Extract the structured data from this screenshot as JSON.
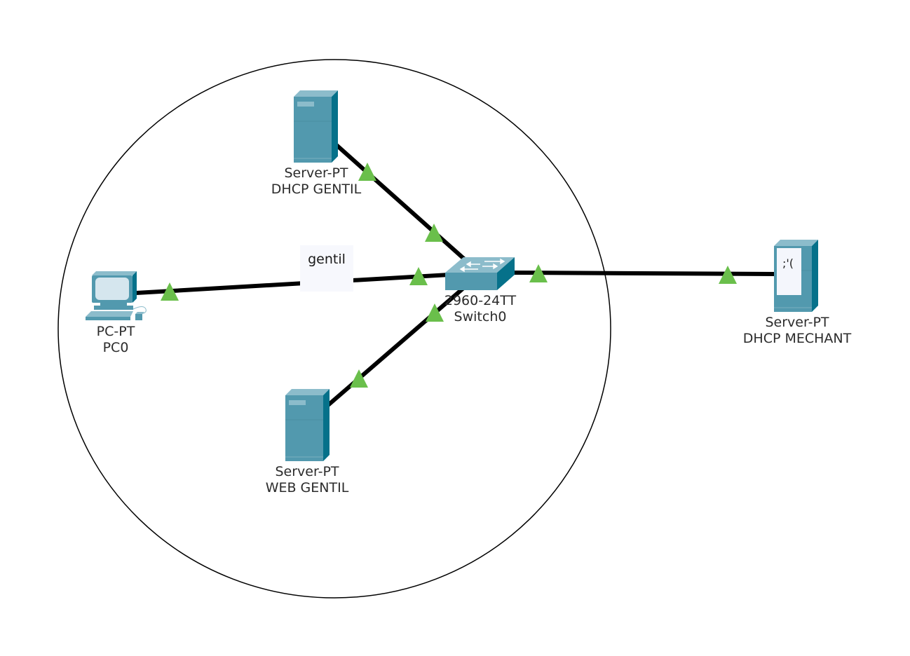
{
  "diagram": {
    "type": "network-topology",
    "colors": {
      "link": "#000000",
      "link_status_up": "#6abf4b",
      "device_front": "#5299ae",
      "device_side": "#06718a",
      "device_top": "#8cbccb",
      "area_outline": "#000000",
      "note_background": "#f7f8fd"
    },
    "area": {
      "shape": "circle",
      "label": ""
    },
    "note": {
      "text": "gentil"
    },
    "devices": [
      {
        "id": "pc0",
        "icon": "pc-icon",
        "model": "PC-PT",
        "name": "PC0"
      },
      {
        "id": "dhcp-gentil",
        "icon": "server-icon",
        "model": "Server-PT",
        "name": "DHCP GENTIL"
      },
      {
        "id": "web-gentil",
        "icon": "server-icon",
        "model": "Server-PT",
        "name": "WEB GENTIL"
      },
      {
        "id": "switch0",
        "icon": "switch-icon",
        "model": "2960-24TT",
        "name": "Switch0"
      },
      {
        "id": "dhcp-mechant",
        "icon": "server-icon",
        "model": "Server-PT",
        "name": "DHCP MECHANT",
        "screen_text": ";'("
      }
    ],
    "links": [
      {
        "from": "pc0",
        "to": "switch0",
        "from_status": "up",
        "to_status": "up"
      },
      {
        "from": "dhcp-gentil",
        "to": "switch0",
        "from_status": "up",
        "to_status": "up"
      },
      {
        "from": "web-gentil",
        "to": "switch0",
        "from_status": "up",
        "to_status": "up"
      },
      {
        "from": "switch0",
        "to": "dhcp-mechant",
        "from_status": "up",
        "to_status": "up"
      }
    ]
  }
}
